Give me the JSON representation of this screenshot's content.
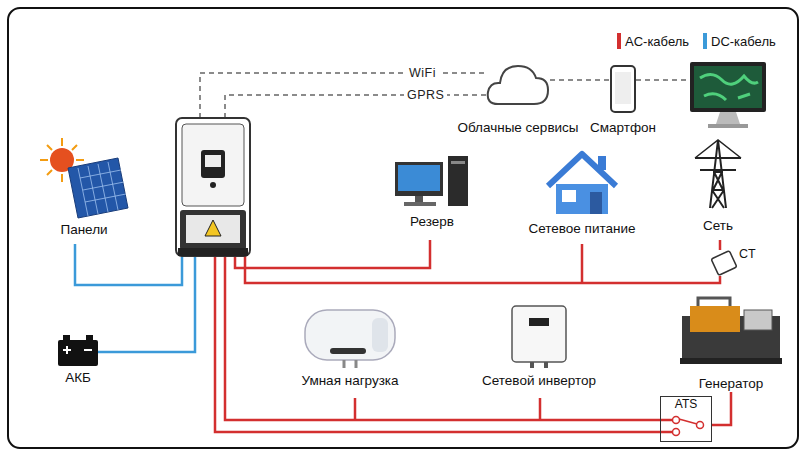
{
  "diagram": {
    "nodes": [
      {
        "text": [
          "Облачные сервисы"
        ]
      },
      {
        "text": [
          "Смартфон"
        ]
      },
      {
        "text": [
          "Панели"
        ]
      },
      {
        "text": [
          "Резерв"
        ]
      },
      {
        "text": [
          "Сетевое питание"
        ]
      },
      {
        "text": [
          "Сеть"
        ]
      },
      {
        "text": [
          "CT"
        ]
      },
      {
        "text": [
          "АКБ"
        ]
      },
      {
        "text": [
          "Умная нагрузка"
        ]
      },
      {
        "text": [
          "Сетевой инвертор"
        ]
      },
      {
        "text": [
          "Генератор"
        ]
      },
      {
        "text": [
          "ATS"
        ]
      }
    ],
    "edges": [
      {
        "from": 0,
        "to": 1,
        "arrow": "none"
      },
      {
        "from": 10,
        "to": 11,
        "arrow": "none"
      }
    ],
    "labels": [
      "WiFi",
      "GPRS"
    ],
    "legend": [
      {
        "text": "AC-кабель",
        "color": "#d32f2f"
      },
      {
        "text": "DC-кабель",
        "color": "#3b9ad9"
      }
    ]
  }
}
